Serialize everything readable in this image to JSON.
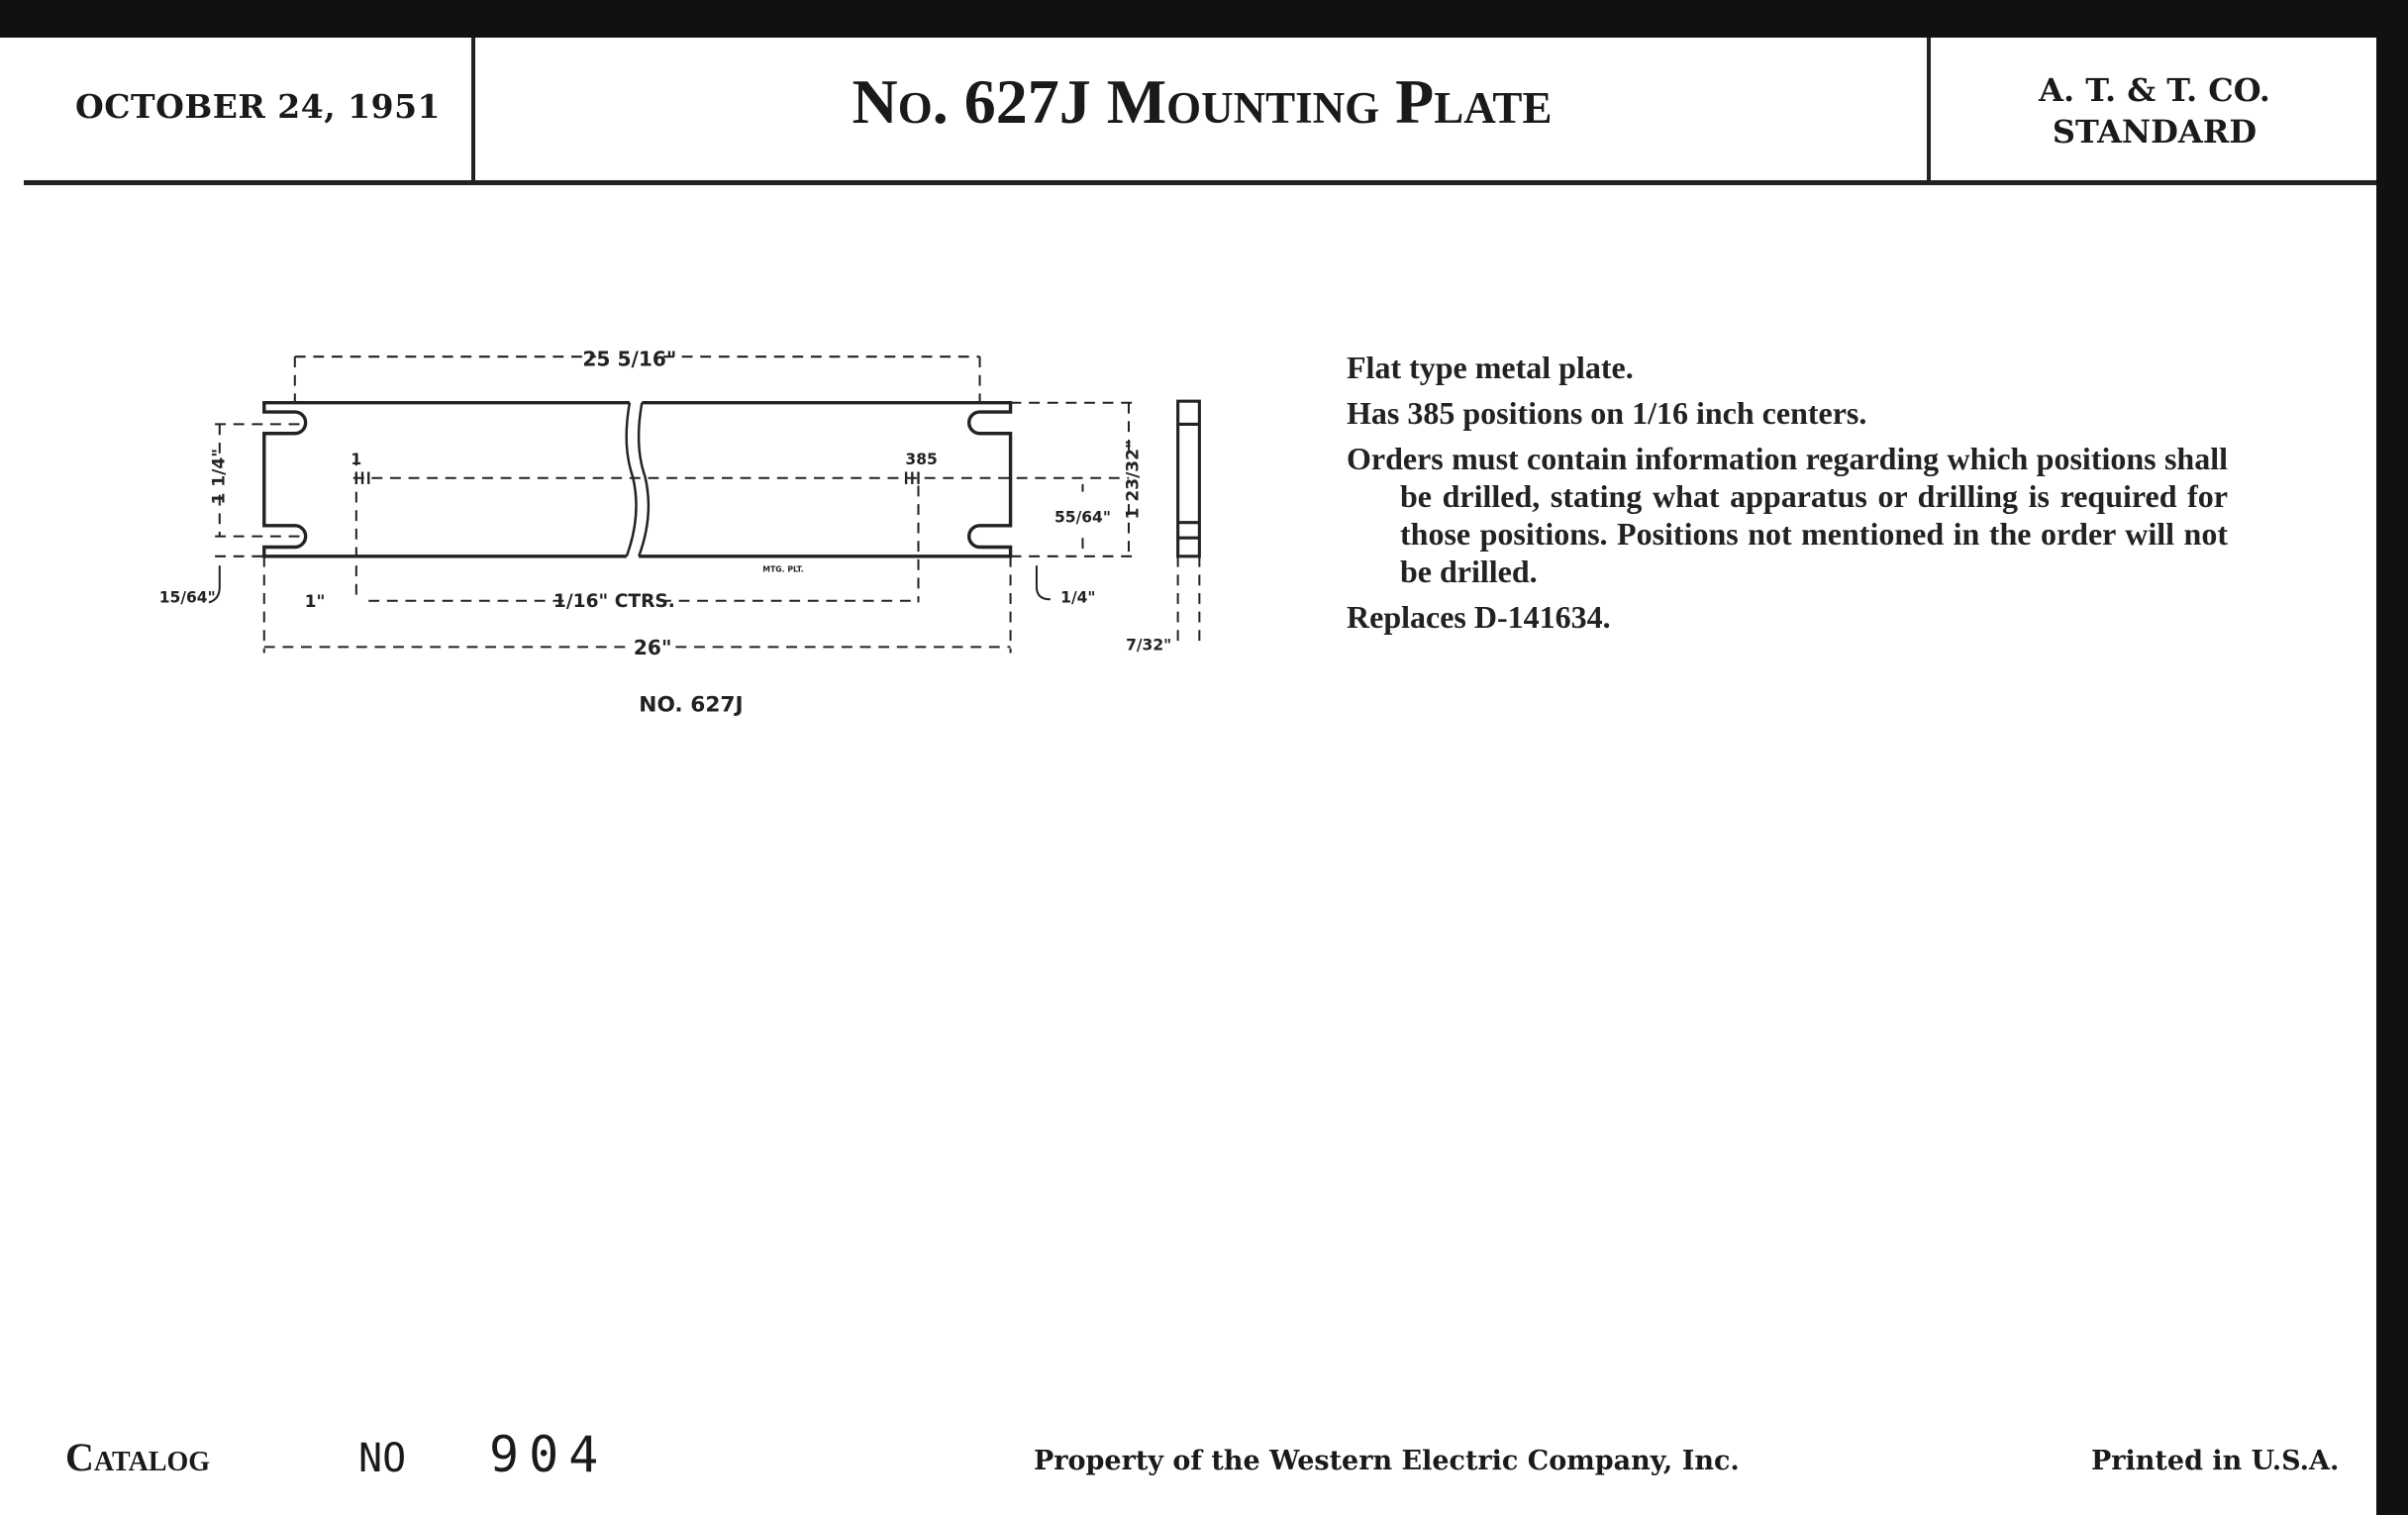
{
  "header": {
    "date": "OCTOBER 24, 1951",
    "title": "No. 627J Mounting Plate",
    "standard_line1": "A. T. & T. CO.",
    "standard_line2": "STANDARD"
  },
  "drawing": {
    "overall_top": "25 5/16\"",
    "overall_bottom": "26\"",
    "first_position": "1",
    "last_position": "385",
    "left_offset": "1\"",
    "centers": "1/16\" CTRS.",
    "slot_spacing": "1 1/4\"",
    "slot_edge": "15/64\"",
    "height": "1 23/32\"",
    "row_height": "55/64\"",
    "slot_width": "1/4\"",
    "thickness": "7/32\"",
    "marking": "MTG. PLT.",
    "caption": "NO. 627J"
  },
  "description": {
    "line1": "Flat type metal plate.",
    "line2": "Has 385 positions on 1/16 inch centers.",
    "line3": "Orders must contain information regarding which positions shall be drilled, stating what apparatus or drilling is required for those positions.  Positions not mentioned in the order will not be drilled.",
    "line4": "Replaces D-141634."
  },
  "footer": {
    "catalog_label": "Catalog",
    "no_label": "NO",
    "catalog_number": "904",
    "property": "Property of the Western Electric Company, Inc.",
    "printed": "Printed in U.S.A."
  }
}
